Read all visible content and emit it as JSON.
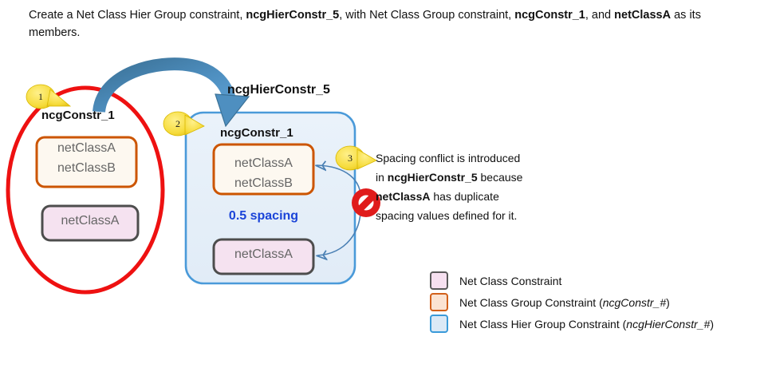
{
  "intro": {
    "part1": "Create a Net Class Hier Group constraint, ",
    "bold1": "ncgHierConstr_5",
    "part2": ", with Net Class Group constraint, ",
    "bold2": "ncgConstr_1",
    "part3": ", and ",
    "bold3": "netClassA",
    "part4": " as its members."
  },
  "diagram": {
    "left_group": {
      "title": "ncgConstr_1",
      "group_box_items": [
        "netClassA",
        "netClassB"
      ],
      "net_class_box": "netClassA",
      "ellipse_color": "#ee1111",
      "badge": "1"
    },
    "hier_group": {
      "title": "ncgHierConstr_5",
      "inner_title": "ncgConstr_1",
      "group_box_items": [
        "netClassA",
        "netClassB"
      ],
      "spacing_label": "0.5 spacing",
      "net_class_box": "netClassA",
      "box_fill": "#e7eff8",
      "box_border": "#4a9ad9",
      "badge": "2"
    },
    "arrow_color": "#3d7aa8",
    "conflict_badge": "3",
    "conflict_icon": "no-entry-icon"
  },
  "note": {
    "line1_a": "Spacing conflict is introduced",
    "line2_a": "in ",
    "line2_b": "ncgHierConstr_5",
    "line2_c": " because",
    "line3_a": "netClassA",
    "line3_b": " has duplicate",
    "line4_a": "spacing values defined for it."
  },
  "legend": {
    "rows": [
      {
        "swatch": "net-class-constraint-swatch",
        "text": "Net Class Constraint",
        "italic": ""
      },
      {
        "swatch": "net-class-group-constraint-swatch",
        "text": "Net Class Group Constraint (",
        "italic": "ncgConstr_#",
        "tail": ")"
      },
      {
        "swatch": "net-class-hier-group-constraint-swatch",
        "text": "Net Class Hier Group Constraint (",
        "italic": "ncgHierConstr_#",
        "tail": ")"
      }
    ]
  },
  "colors": {
    "orange_border": "#cc5500",
    "orange_fill": "#fdf8f0",
    "pink_fill": "#f5e2f0",
    "pink_border": "#4d4d4d",
    "blue_accent": "#1a43d8",
    "red": "#ee1111",
    "badge_yellow": "#f7df4a",
    "thin_arrow": "#4a80b4"
  }
}
